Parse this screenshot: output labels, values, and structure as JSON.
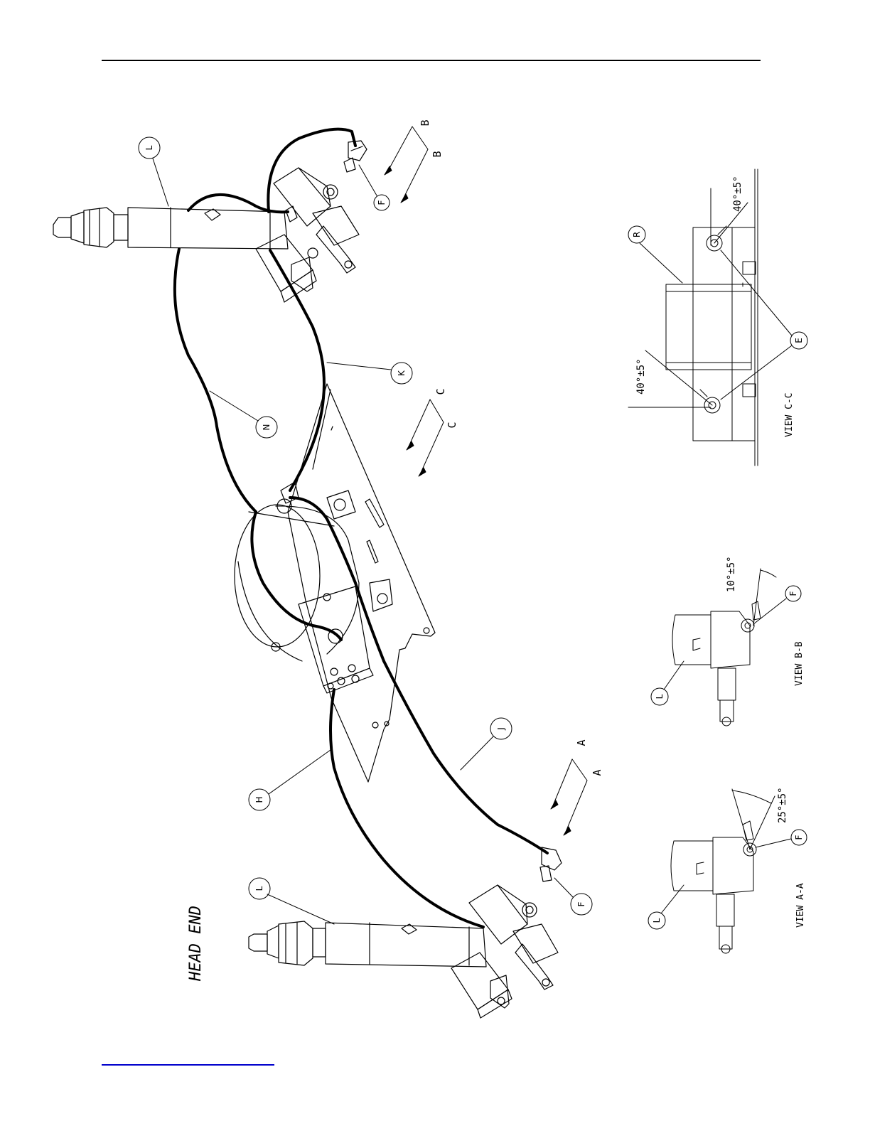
{
  "callouts": {
    "L_top": "L",
    "L_bottom": "L",
    "F_top": "F",
    "F_bottom": "F",
    "K": "K",
    "N": "N",
    "H": "H",
    "J": "J",
    "R": "R",
    "E": "E",
    "F_viewB": "F",
    "L_viewB": "L",
    "F_viewA": "F",
    "L_viewA": "L"
  },
  "section_marks": {
    "B_top": "B",
    "B_bottom": "B",
    "C_top": "C",
    "C_bottom": "C",
    "A_top": "A",
    "A_bottom": "A"
  },
  "labels": {
    "head_end": "HEAD END",
    "view_cc": "VIEW C-C",
    "view_bb": "VIEW B-B",
    "view_aa": "VIEW A-A"
  },
  "dimensions": {
    "cc_upper": "40°±5°",
    "cc_lower": "40°±5°",
    "bb_angle": "10°±5°",
    "aa_angle": "25°±5°"
  },
  "colors": {
    "line": "#000000",
    "link": "#0000cc"
  }
}
